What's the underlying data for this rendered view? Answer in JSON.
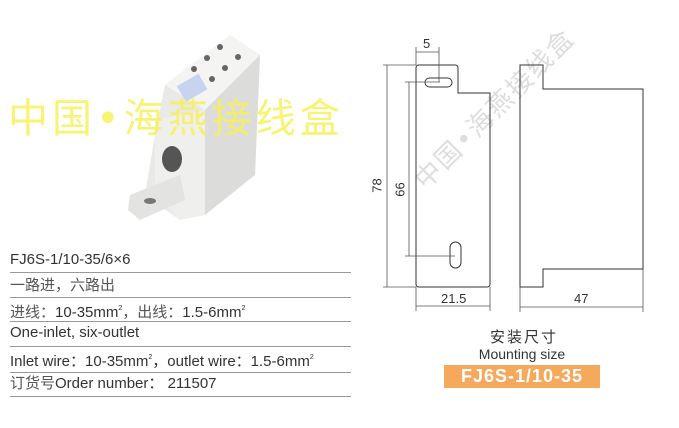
{
  "watermark": "中国•海燕接线盒",
  "specs": {
    "model": "FJ6S-1/10-35/6×6",
    "cn_desc": "一路进，六路出",
    "cn_wire_prefix": "进线：",
    "cn_inlet": "10-35mm",
    "cn_mid": "，出线：",
    "cn_outlet": "1.5-6mm",
    "superscript": "2",
    "en_desc": "One-inlet, six-outlet",
    "en_inlet_label": "Inlet wire：",
    "en_inlet": "10-35mm",
    "en_outlet_label": "，outlet wire：",
    "en_outlet": "1.5-6mm",
    "order_cn": "订货号",
    "order_label": "Order number：",
    "order_number": "211507"
  },
  "drawing": {
    "dim_slot": "5",
    "dim_height": "78",
    "dim_hole_spacing": "66",
    "dim_width": "21.5",
    "dim_depth": "47",
    "caption_cn": "安装尺寸",
    "caption_en": "Mounting size",
    "model_badge": "FJ6S-1/10-35"
  }
}
